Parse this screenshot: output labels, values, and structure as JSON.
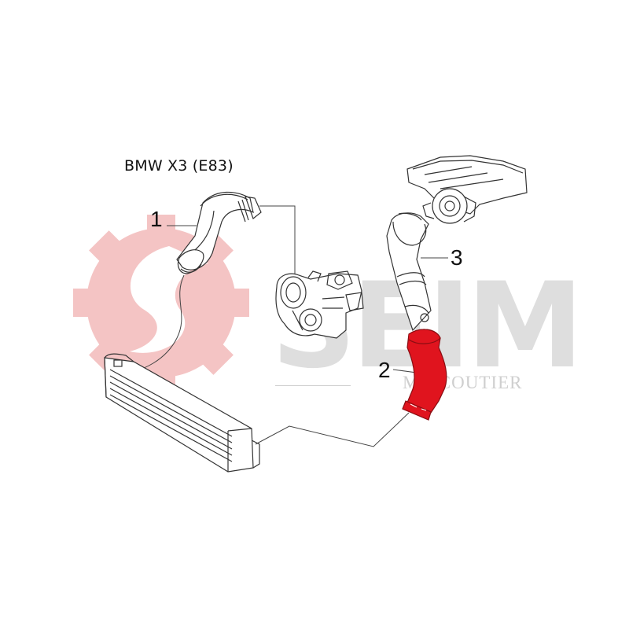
{
  "diagram": {
    "title": "BMW X3 (E83)",
    "callouts": [
      {
        "id": "1",
        "label": "1"
      },
      {
        "id": "2",
        "label": "2"
      },
      {
        "id": "3",
        "label": "3"
      }
    ]
  },
  "watermark": {
    "brand": "SEIM",
    "subline": "MO COUTIER",
    "gear_color": "#f4c4c4"
  },
  "colors": {
    "highlight_part": "#e0141e",
    "outline": "#333333"
  }
}
